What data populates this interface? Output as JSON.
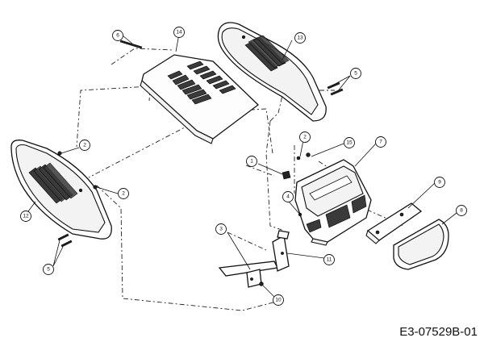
{
  "drawing_code": "E3-07529B-01",
  "callouts": {
    "c1": "1",
    "c2a": "2",
    "c2b": "2",
    "c2c": "2",
    "c3": "3",
    "c4": "4",
    "c5a": "5",
    "c5b": "5",
    "c6": "6",
    "c7": "7",
    "c8": "8",
    "c9": "9",
    "c10": "10",
    "c11": "11",
    "c12": "12",
    "c13": "13",
    "c14": "14",
    "c15": "15"
  }
}
